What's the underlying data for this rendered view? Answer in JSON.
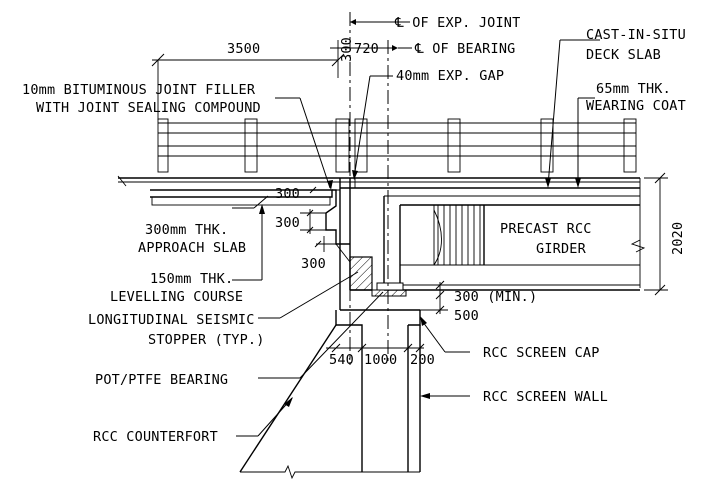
{
  "labels": {
    "cl_exp_joint": "℄ OF EXP. JOINT",
    "cl_bearing": "℄ OF BEARING",
    "cast_in_situ_1": "CAST-IN-SITU",
    "cast_in_situ_2": "DECK SLAB",
    "filler_1": "10mm BITUMINOUS JOINT FILLER",
    "filler_2": "WITH JOINT SEALING COMPOUND",
    "exp_gap": "40mm EXP. GAP",
    "wearing_1": "65mm THK.",
    "wearing_2": "WEARING COAT",
    "approach_1": "300mm THK.",
    "approach_2": "APPROACH SLAB",
    "precast_1": "PRECAST RCC",
    "precast_2": "GIRDER",
    "levelling_1": "150mm THK.",
    "levelling_2": "LEVELLING COURSE",
    "seismic_1": "LONGITUDINAL SEISMIC",
    "seismic_2": "STOPPER (TYP.)",
    "bearing": "POT/PTFE BEARING",
    "screen_cap": "RCC SCREEN CAP",
    "screen_wall": "RCC SCREEN WALL",
    "counterfort": "RCC COUNTERFORT"
  },
  "dimensions": {
    "d3500": "3500",
    "d300_top": "300",
    "d720": "720",
    "d300_slab": "300",
    "d300_slab_b": "300",
    "d300_level": "300",
    "d2020": "2020",
    "d300_min": "300 (MIN.)",
    "d500": "500",
    "d540": "540",
    "d1000": "1000",
    "d200": "200"
  }
}
